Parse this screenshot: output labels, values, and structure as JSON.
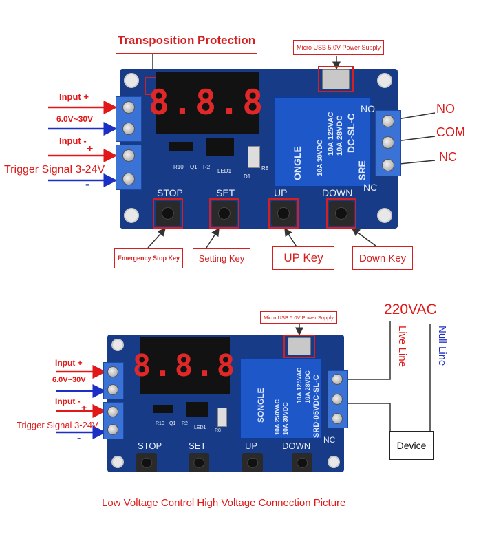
{
  "top": {
    "callouts": {
      "transposition": "Transposition Protection",
      "usb_supply": "Micro USB 5.0V Power Supply",
      "emergency_key": "Emergency Stop Key",
      "setting_key": "Setting Key",
      "up_key": "UP Key",
      "down_key": "Down Key"
    },
    "left_labels": {
      "input_plus": "Input +",
      "voltage": "6.0V~30V",
      "input_minus": "Input -",
      "plus": "+",
      "trigger": "Trigger Signal 3-24V",
      "minus": "-"
    },
    "right_labels": {
      "no": "NO",
      "com": "COM",
      "nc": "NC"
    },
    "board": {
      "display": "8.8.8",
      "buttons": [
        "STOP",
        "SET",
        "UP",
        "DOWN"
      ],
      "silk": {
        "r10": "R10",
        "q1": "Q1",
        "r2": "R2",
        "led1": "LED1",
        "r8": "R8",
        "d1": "D1",
        "nc": "NC",
        "no": "NO"
      },
      "relay_text": [
        "ONGLE",
        "10A 125VAC",
        "10A 28VDC",
        "10A 30VDC",
        "DC-SL-C",
        "SRE"
      ]
    }
  },
  "bottom": {
    "callouts": {
      "usb_supply": "Micro USB 5.0V Power Supply"
    },
    "left_labels": {
      "input_plus": "Input +",
      "voltage": "6.0V~30V",
      "input_minus": "Input -",
      "plus": "+",
      "trigger": "Trigger Signal 3-24V",
      "minus": "-"
    },
    "mains": {
      "voltage": "220VAC",
      "live": "Live Line",
      "null": "Null Line"
    },
    "device": "Device",
    "board": {
      "display": "8.8.8",
      "buttons": [
        "STOP",
        "SET",
        "UP",
        "DOWN"
      ],
      "silk": {
        "r10": "R10",
        "q1": "Q1",
        "r2": "R2",
        "led1": "LED1",
        "r8": "R8",
        "nc": "NC"
      },
      "relay_text": [
        "SONGLE",
        "10A 250VAC",
        "10A 125VAC",
        "10A 30VDC",
        "10A 28VDC",
        "SRD-05VDC-SL-C"
      ]
    },
    "caption": "Low Voltage Control High Voltage Connection Picture"
  },
  "colors": {
    "board": "#173b86",
    "relay": "#1d57c8",
    "accent_red": "#e01818",
    "accent_blue": "#1c2fc4",
    "digit": "#e12828"
  }
}
